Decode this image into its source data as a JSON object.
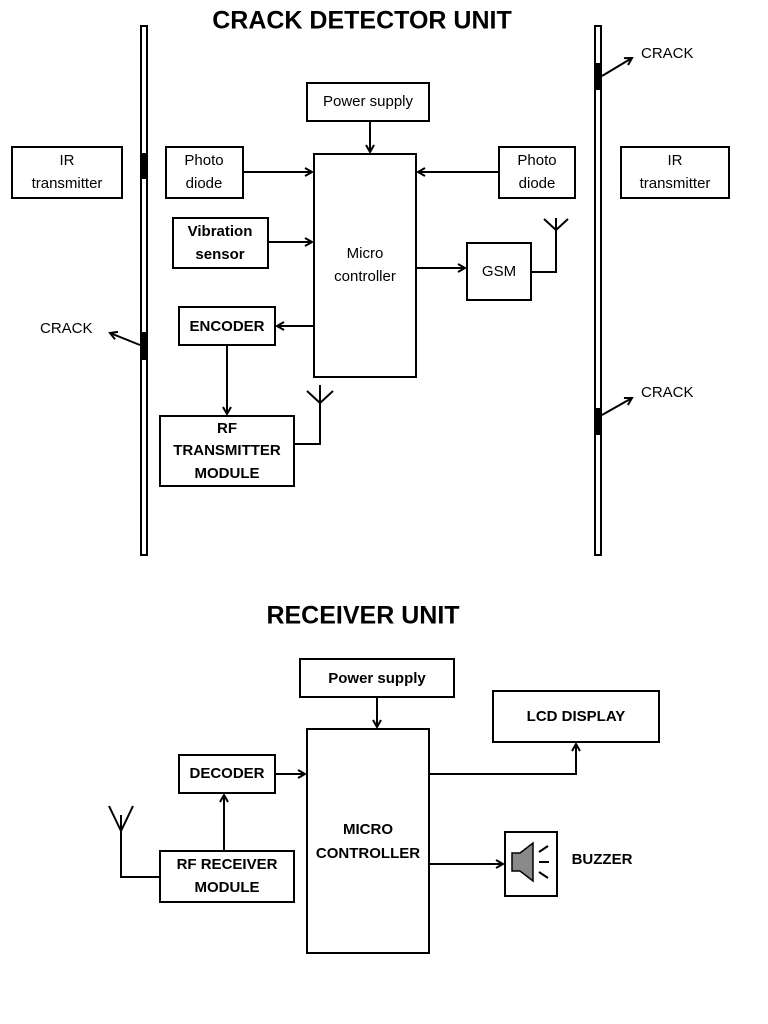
{
  "detector": {
    "title": "CRACK DETECTOR UNIT",
    "power_supply": "Power supply",
    "ir_left": [
      "IR",
      "transmitter"
    ],
    "ir_right": [
      "IR",
      "transmitter"
    ],
    "photo_left": [
      "Photo",
      "diode"
    ],
    "photo_right": [
      "Photo",
      "diode"
    ],
    "vibration": [
      "Vibration",
      "sensor"
    ],
    "micro": [
      "Micro",
      "controller"
    ],
    "gsm": "GSM",
    "encoder": "ENCODER",
    "rf_tx": [
      "RF",
      "TRANSMITTER",
      "MODULE"
    ],
    "crack_labels": [
      "CRACK",
      "CRACK",
      "CRACK"
    ]
  },
  "receiver": {
    "title": "RECEIVER UNIT",
    "power_supply": "Power supply",
    "lcd": "LCD DISPLAY",
    "decoder": "DECODER",
    "micro": [
      "MICRO",
      "CONTROLLER"
    ],
    "rf_rx": [
      "RF RECEIVER",
      "MODULE"
    ],
    "buzzer": "BUZZER"
  }
}
